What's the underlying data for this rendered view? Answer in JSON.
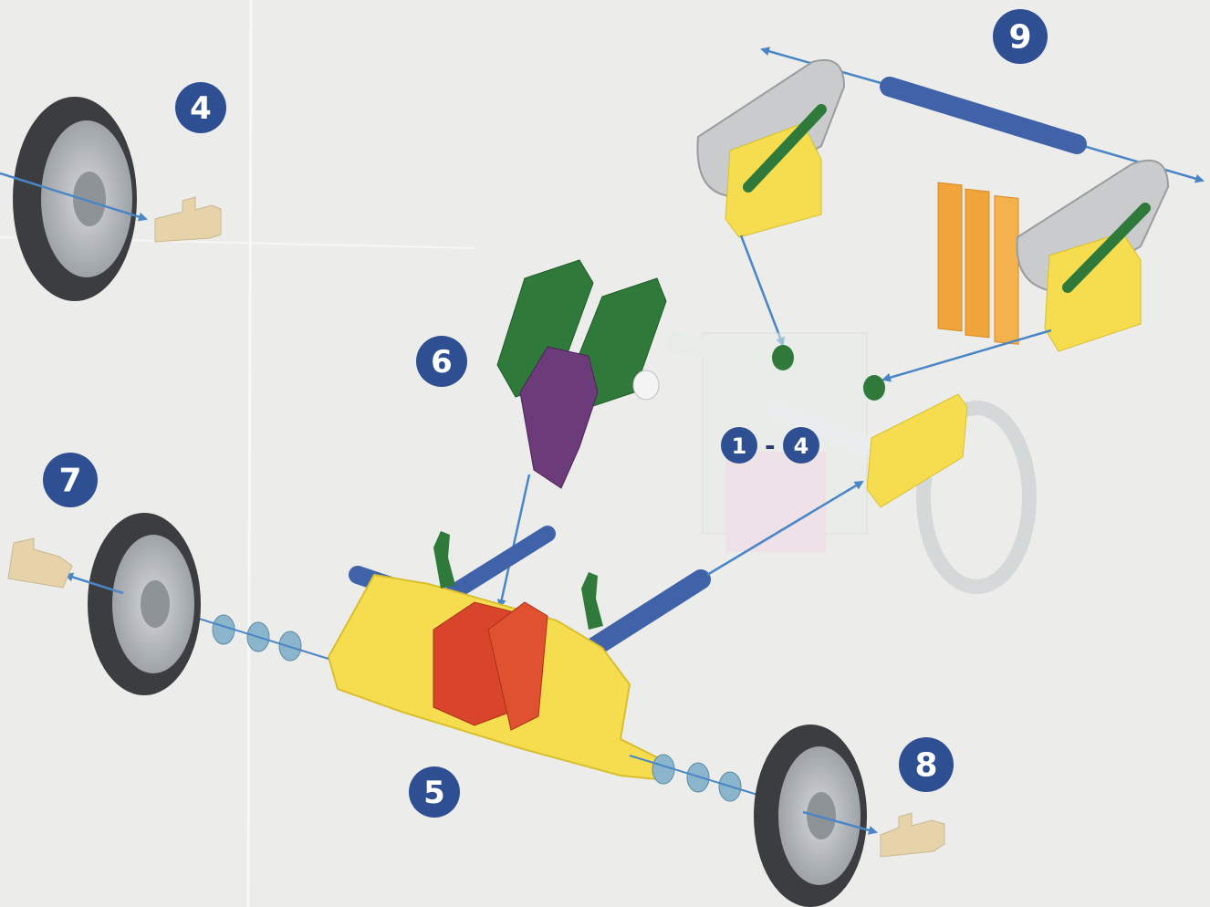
{
  "steps": {
    "s4": "4",
    "s5": "5",
    "s6": "6",
    "s7": "7",
    "s8": "8",
    "s9": "9",
    "range_start": "1",
    "range_sep": "-",
    "range_end": "4"
  },
  "colors": {
    "badge": "#2f4f93",
    "arrow": "#4a86c6",
    "tire": "#3b3d40",
    "hub": "#a9adb2",
    "yellow": "#f6dd4f",
    "orange": "#f0a43a",
    "red": "#d9452b",
    "green": "#2f7a3a",
    "purple": "#6b3b7a",
    "blue_rod": "#4062a8",
    "tan_clip": "#e6d3aa",
    "spacer": "#8ab5cc",
    "silver": "#c9cbcd"
  }
}
